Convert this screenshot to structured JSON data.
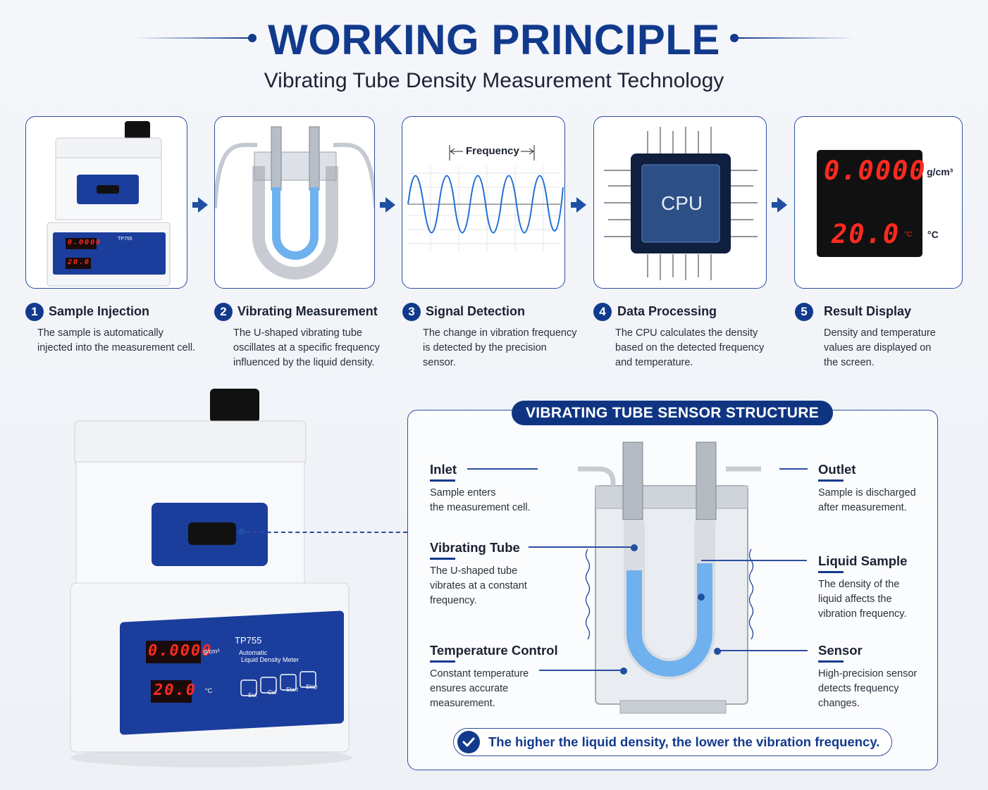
{
  "header": {
    "title": "WORKING PRINCIPLE",
    "subtitle": "Vibrating Tube Density Measurement Technology"
  },
  "steps": [
    {
      "num": "1",
      "title": "Sample Injection",
      "desc": [
        "The sample is automatically",
        "injected into the measurement cell."
      ]
    },
    {
      "num": "2",
      "title": "Vibrating Measurement",
      "desc": [
        "The U-shaped vibrating tube",
        "oscillates at a specific frequency",
        "influenced by the liquid density."
      ]
    },
    {
      "num": "3",
      "title": "Signal Detection",
      "desc": [
        "The change in vibration frequency",
        "is detected by the precision",
        "sensor."
      ]
    },
    {
      "num": "4",
      "title": "Data Processing",
      "desc": [
        "The CPU calculates the density",
        "based on the detected frequency",
        "and temperature."
      ]
    },
    {
      "num": "5",
      "title": "Result Display",
      "desc": [
        "Density and temperature",
        "values are displayed on",
        "the screen."
      ]
    }
  ],
  "illustrations": {
    "frequency_label": "Frequency",
    "cpu_label": "CPU",
    "display_density": "0.0000",
    "display_density_unit": "g/cm³",
    "display_temp": "20.0",
    "display_temp_unit_small": "°C",
    "display_temp_unit": "°C"
  },
  "device": {
    "model": "TP755",
    "name_line1": "Automatic",
    "name_line2": "Liquid Density Meter",
    "density_reading": "0.0000",
    "density_unit": "g/cm³",
    "temp_reading": "20.0",
    "temp_unit": "°C",
    "buttons": [
      "Set",
      "Cal",
      "Start",
      "Stop"
    ]
  },
  "structure": {
    "heading": "VIBRATING TUBE SENSOR STRUCTURE",
    "labels": {
      "inlet": {
        "title": "Inlet",
        "desc": [
          "Sample enters",
          "the measurement cell."
        ]
      },
      "vibrating_tube": {
        "title": "Vibrating Tube",
        "desc": [
          "The U-shaped tube",
          "vibrates at a constant",
          "frequency."
        ]
      },
      "temperature_control": {
        "title": "Temperature Control",
        "desc": [
          "Constant temperature",
          "ensures accurate",
          "measurement."
        ]
      },
      "outlet": {
        "title": "Outlet",
        "desc": [
          "Sample is discharged",
          "after measurement."
        ]
      },
      "liquid_sample": {
        "title": "Liquid Sample",
        "desc": [
          "The density of the",
          "liquid affects the",
          "vibration frequency."
        ]
      },
      "sensor": {
        "title": "Sensor",
        "desc": [
          "High-precision sensor",
          "detects frequency",
          "changes."
        ]
      }
    },
    "conclusion": "The higher the liquid density, the lower the vibration frequency."
  },
  "colors": {
    "primary": "#123a8c",
    "accent_blue": "#1f4fa3",
    "liquid": "#6fb1ee",
    "led_red": "#ff2a1f"
  }
}
